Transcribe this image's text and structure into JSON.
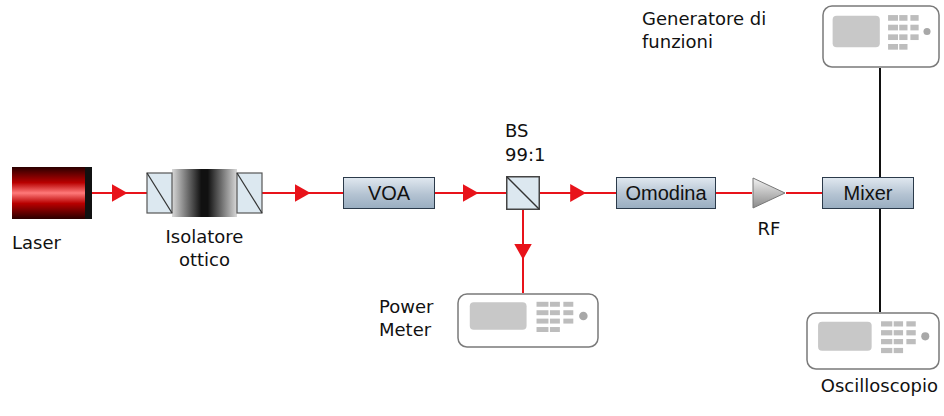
{
  "diagram": {
    "nodes": [
      {
        "text": [
          "Laser"
        ]
      },
      {
        "text": [
          "Isolatore ottico"
        ]
      },
      {
        "text": [
          "VOA"
        ]
      },
      {
        "text": [
          "BS 99:1"
        ]
      },
      {
        "text": [
          "Power Meter"
        ]
      },
      {
        "text": [
          "Omodina"
        ]
      },
      {
        "text": [
          "RF"
        ]
      },
      {
        "text": [
          "Mixer"
        ]
      },
      {
        "text": [
          "Generatore di funzioni"
        ]
      },
      {
        "text": [
          "Oscilloscopio"
        ]
      }
    ],
    "edges": [
      {
        "from": 0,
        "to": 1,
        "arrow": "to"
      },
      {
        "from": 1,
        "to": 2,
        "arrow": "to"
      },
      {
        "from": 2,
        "to": 3,
        "arrow": "to"
      },
      {
        "from": 3,
        "to": 4,
        "arrow": "to"
      },
      {
        "from": 3,
        "to": 5,
        "arrow": "to"
      },
      {
        "from": 5,
        "to": 6,
        "arrow": "none"
      },
      {
        "from": 6,
        "to": 7,
        "arrow": "none"
      },
      {
        "from": 8,
        "to": 7,
        "arrow": "none"
      },
      {
        "from": 7,
        "to": 9,
        "arrow": "none"
      }
    ]
  }
}
